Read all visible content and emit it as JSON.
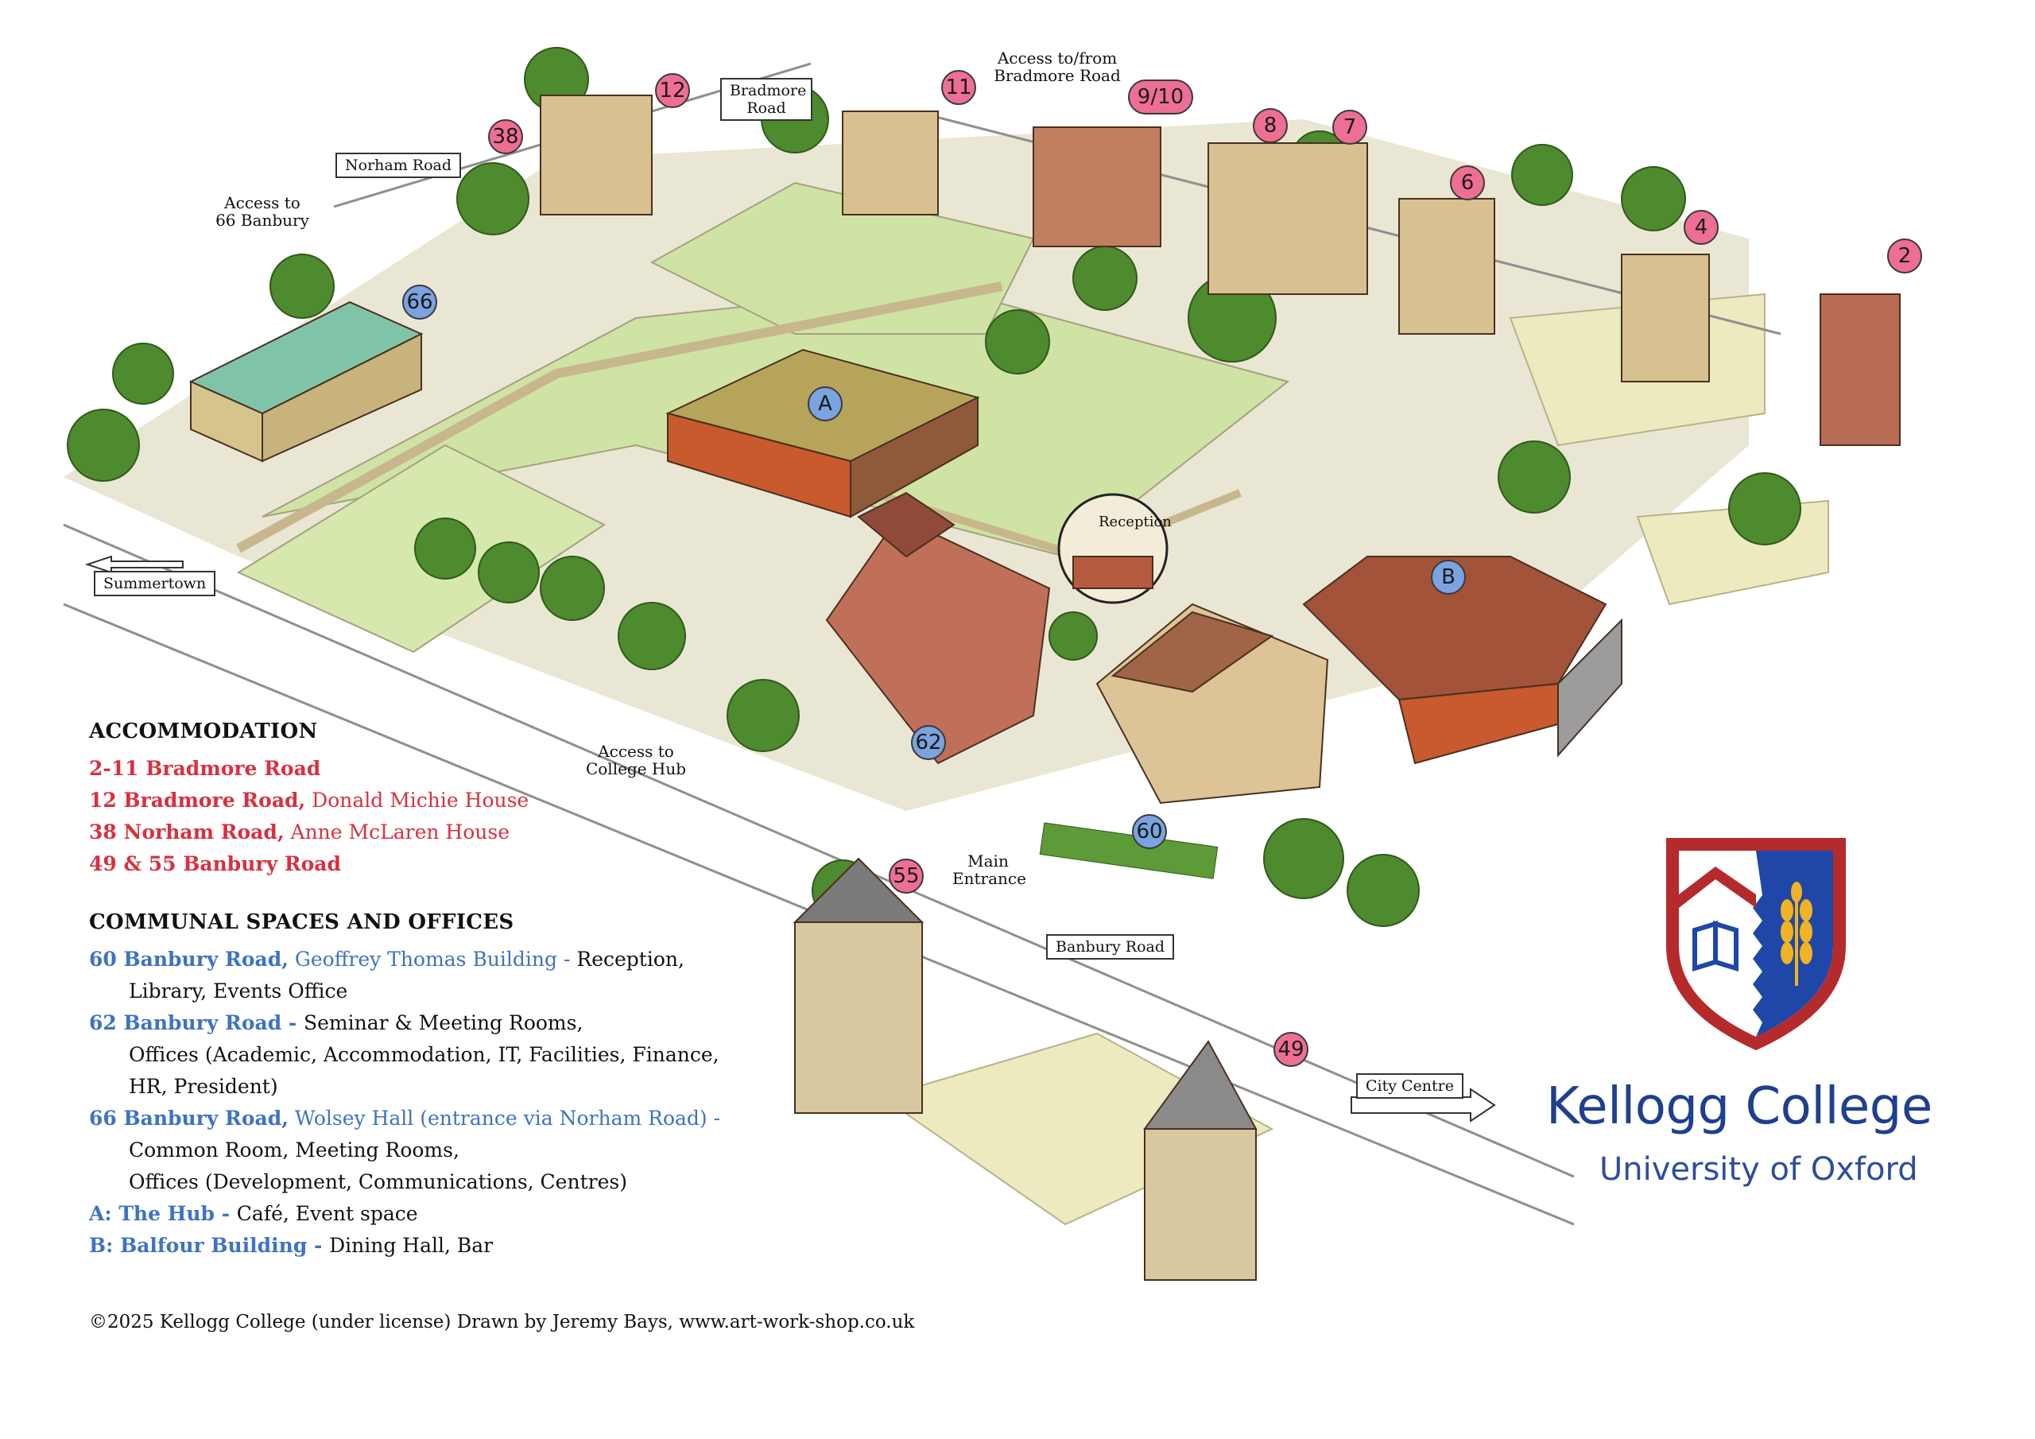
{
  "map": {
    "road_labels": {
      "norham_road": "Norham Road",
      "bradmore_road": "Bradmore Road",
      "summertown": "Summertown",
      "banbury_road": "Banbury Road",
      "city_centre": "City Centre"
    },
    "notes": {
      "access_bradmore": "Access to/from Bradmore Road",
      "access_66": "Access to 66 Banbury",
      "access_hub": "Access to College Hub",
      "main_entrance": "Main Entrance",
      "reception": "Reception"
    },
    "markers": {
      "m12": "12",
      "m38": "38",
      "m11": "11",
      "m9_10": "9/10",
      "m8": "8",
      "m7": "7",
      "m6": "6",
      "m4": "4",
      "m2": "2",
      "m66": "66",
      "mA": "A",
      "mB": "B",
      "m62": "62",
      "m60": "60",
      "m55": "55",
      "m49": "49"
    }
  },
  "legend": {
    "accommodation_title": "ACCOMMODATION",
    "acc_1": "2-11 Bradmore Road",
    "acc_2_bold": "12 Bradmore Road,",
    "acc_2_rest": " Donald Michie House",
    "acc_3_bold": "38 Norham Road,",
    "acc_3_rest": " Anne McLaren House",
    "acc_4": "49 & 55 Banbury Road",
    "communal_title": "COMMUNAL SPACES AND OFFICES",
    "c1_bold": "60 Banbury Road,",
    "c1_blue": " Geoffrey Thomas Building - ",
    "c1_text": "Reception,",
    "c1_line2": "Library, Events Office",
    "c2_bold": "62 Banbury Road - ",
    "c2_text": "Seminar & Meeting Rooms,",
    "c2_line2": "Offices (Academic, Accommodation, IT, Facilities, Finance,",
    "c2_line3": "HR, President)",
    "c3_bold": "66 Banbury Road,",
    "c3_blue": " Wolsey Hall (entrance via Norham Road) -",
    "c3_line2": "Common Room, Meeting Rooms,",
    "c3_line3": "Offices (Development, Communications, Centres)",
    "c4_bold": "A: The Hub - ",
    "c4_text": "Café, Event space",
    "c5_bold": "B: Balfour Building - ",
    "c5_text": "Dining Hall, Bar"
  },
  "copyright": "©2025 Kellogg College (under license) Drawn by Jeremy Bays, www.art-work-shop.co.uk",
  "brand": {
    "name": "Kellogg College",
    "sub": "University of Oxford",
    "colors": {
      "crest_red": "#b52a2a",
      "crest_blue": "#1f47a8",
      "wheat": "#f0b323",
      "navy_text": "#1f3f8f"
    }
  },
  "colors": {
    "accommodation_red": "#d9303f",
    "communal_blue": "#3f72c4",
    "marker_pink": "#ee6f93",
    "marker_blue": "#7aa3df",
    "lawn": "#cfe3a4",
    "tree": "#4e8a2e",
    "brick": "#a2533a",
    "stone": "#d9c18c"
  }
}
